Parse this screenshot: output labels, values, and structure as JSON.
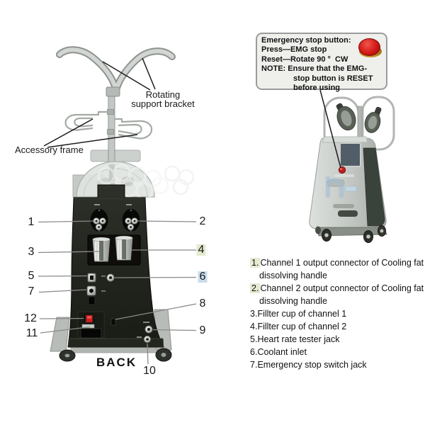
{
  "emergency_note": {
    "lines": [
      "Emergency stop button:",
      "Press—EMG stop",
      "Reset—Rotate 90 °  CW",
      "NOTE: Ensure that the EMG-",
      "stop button is RESET",
      "before using"
    ]
  },
  "diagram": {
    "back_label": "BACK",
    "labels": {
      "rotating_line1": "Rotating",
      "rotating_line2": "support bracket",
      "accessory": "Accessory frame"
    },
    "callouts": [
      {
        "label": "1"
      },
      {
        "label": "2"
      },
      {
        "label": "3"
      },
      {
        "label": "4"
      },
      {
        "label": "5"
      },
      {
        "label": "6"
      },
      {
        "label": "7"
      },
      {
        "label": "8"
      },
      {
        "label": "9"
      },
      {
        "label": "10"
      },
      {
        "label": "11"
      },
      {
        "label": "12"
      }
    ]
  },
  "legend": {
    "items": [
      {
        "num": "1.",
        "text": "Channel 1 output connector of Cooling fat dissolving handle",
        "highlight": "green"
      },
      {
        "num": "2.",
        "text": "Channel 2 output connector of Cooling fat dissolving handle",
        "highlight": "green"
      },
      {
        "num": "3.",
        "text": "Fillter cup of channel 1",
        "highlight": ""
      },
      {
        "num": "4.",
        "text": "Fillter cup of channel 2",
        "highlight": ""
      },
      {
        "num": "5.",
        "text": "Heart rate tester jack",
        "highlight": ""
      },
      {
        "num": "6.",
        "text": "Coolant inlet",
        "highlight": ""
      },
      {
        "num": "7.",
        "text": "Emergency stop switch jack",
        "highlight": ""
      }
    ]
  },
  "colors": {
    "highlight_green": "#e3ebd0",
    "highlight_blue": "#c9dcea",
    "panel_dark": "#23271f",
    "emergency_red": "#d42020",
    "machine_silver": "#c6cac6",
    "note_box_bg": "#efefec"
  }
}
